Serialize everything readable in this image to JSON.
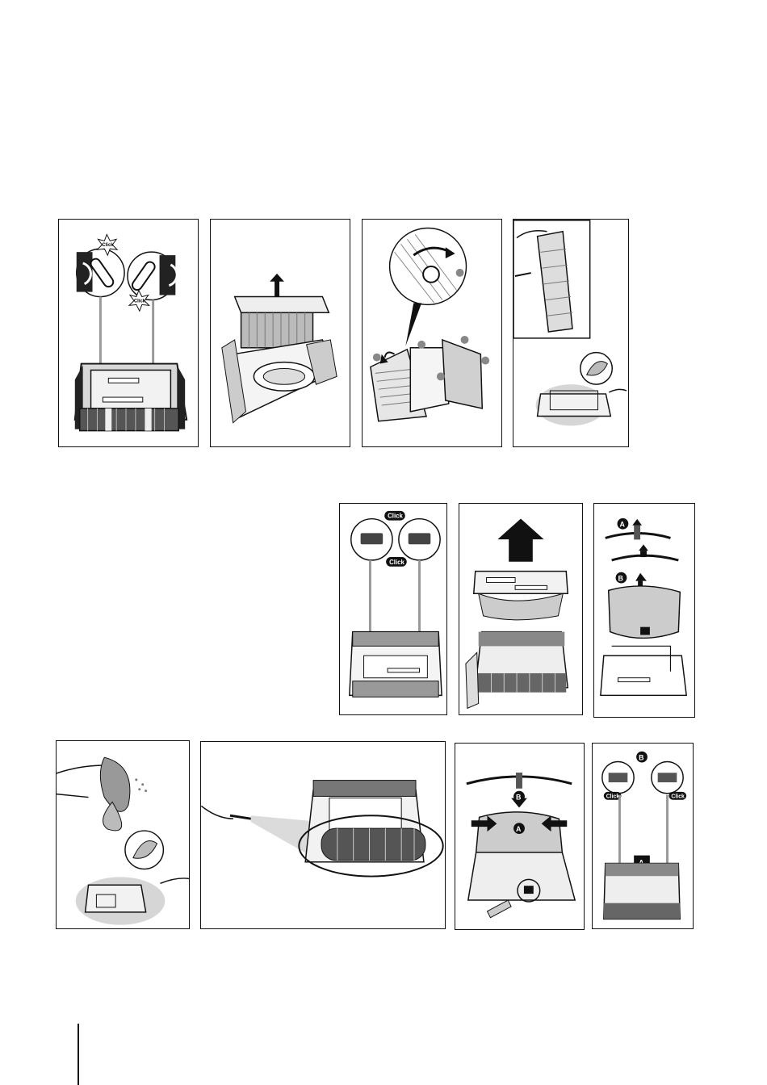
{
  "colors": {
    "ink": "#111111",
    "grey": "#9a9a9a",
    "light": "#d9d9d9",
    "mid": "#6d6d6d"
  },
  "labels": {
    "click": "Click",
    "a": "A",
    "b": "B"
  }
}
